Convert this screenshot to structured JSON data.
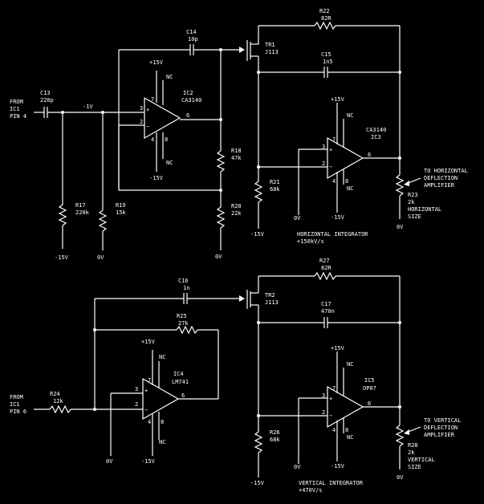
{
  "top": {
    "from_line1": "FROM",
    "from_line2": "IC1",
    "from_line3": "PIN 4",
    "c13_ref": "C13",
    "c13_val": "220p",
    "node_label": "-1V",
    "c14_ref": "C14",
    "c14_val": "10p",
    "tr1_ref": "TR1",
    "tr1_val": "J113",
    "r22_ref": "R22",
    "r22_val": "82R",
    "c15_ref": "C15",
    "c15_val": "1n5",
    "ic2_ref": "IC2",
    "ic2_val": "CA3140",
    "ic2_plus15": "+15V",
    "ic2_minus15": "-15V",
    "nc_a": "NC",
    "nc_b": "NC",
    "pin7": "7",
    "pin3": "3",
    "pin2": "2",
    "pin6": "6",
    "pin4": "4",
    "pin8": "8",
    "r18_ref": "R18",
    "r18_val": "47k",
    "r17_ref": "R17",
    "r17_val": "220k",
    "r19_ref": "R19",
    "r19_val": "15k",
    "r20_ref": "R20",
    "r20_val": "22k",
    "gnd_r17": "-15V",
    "gnd_r19": "0V",
    "gnd_r20": "0V",
    "ic3_ref": "IC3",
    "ic3_val": "CA3140",
    "ic3_plus15": "+15V",
    "ic3_minus15": "-15V",
    "ic3_nc_a": "NC",
    "ic3_nc_b": "NC",
    "ic3_pin7": "7",
    "ic3_pin3": "3",
    "ic3_pin2": "2",
    "ic3_pin6": "6",
    "ic3_pin4": "4",
    "ic3_pin8": "8",
    "r21_ref": "R21",
    "r21_val": "68k",
    "r21_supply": "-15V",
    "ic3_0v": "0V",
    "r23_ref": "R23",
    "r23_val": "2k",
    "r23_desc1": "HORIZONTAL",
    "r23_desc2": "SIZE",
    "r23_0v": "0V",
    "to_line1": "TO HORIZONTAL",
    "to_line2": "DEFLECTION",
    "to_line3": "AMPLIFIER",
    "integrator1": "HORIZONTAL INTEGRATOR",
    "integrator2": "+150kV/s"
  },
  "bottom": {
    "c16_ref": "C16",
    "c16_val": "1n",
    "tr2_ref": "TR2",
    "tr2_val": "J113",
    "r27_ref": "R27",
    "r27_val": "82R",
    "r25_ref": "R25",
    "r25_val": "27k",
    "c17_ref": "C17",
    "c17_val": "470n",
    "ic4_ref": "IC4",
    "ic4_val": "LM741",
    "ic4_plus15": "+15V",
    "ic4_minus15": "-15V",
    "nc_a": "NC",
    "nc_b": "NC",
    "pin7": "7",
    "pin3": "3",
    "pin2": "2",
    "pin6": "6",
    "pin4": "4",
    "pin8": "8",
    "from_line1": "FROM",
    "from_line2": "IC1",
    "from_line3": "PIN 6",
    "r24_ref": "R24",
    "r24_val": "12k",
    "gnd_0v": "0V",
    "ic5_ref": "IC5",
    "ic5_val": "OP07",
    "ic5_plus15": "+15V",
    "ic5_minus15": "-15V",
    "ic5_nc_a": "NC",
    "ic5_nc_b": "NC",
    "ic5_pin7": "7",
    "ic5_pin3": "3",
    "ic5_pin2": "2",
    "ic5_pin6": "6",
    "ic5_pin4": "4",
    "ic5_pin8": "8",
    "r26_ref": "R26",
    "r26_val": "68k",
    "r26_supply": "-15V",
    "ic5_0v": "0V",
    "r28_ref": "R28",
    "r28_val": "2k",
    "r28_desc1": "VERTICAL",
    "r28_desc2": "SIZE",
    "r28_0v": "0V",
    "to_line1": "TO VERTICAL",
    "to_line2": "DEFLECTION",
    "to_line3": "AMPLIFIER",
    "integrator1": "VERTICAL INTEGRATOR",
    "integrator2": "+470V/s"
  }
}
